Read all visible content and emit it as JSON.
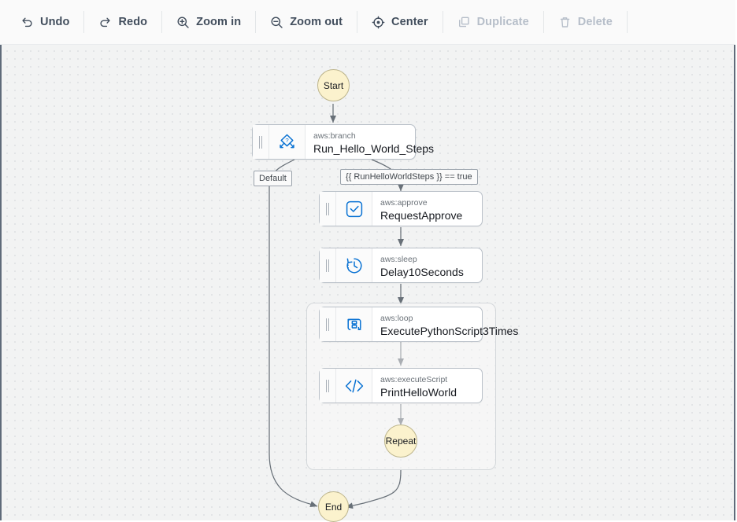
{
  "toolbar": {
    "buttons": [
      {
        "label": "Undo",
        "icon": "undo-icon",
        "disabled": false
      },
      {
        "label": "Redo",
        "icon": "redo-icon",
        "disabled": false
      },
      {
        "label": "Zoom in",
        "icon": "zoom-in-icon",
        "disabled": false
      },
      {
        "label": "Zoom out",
        "icon": "zoom-out-icon",
        "disabled": false
      },
      {
        "label": "Center",
        "icon": "center-icon",
        "disabled": false
      },
      {
        "label": "Duplicate",
        "icon": "duplicate-icon",
        "disabled": true
      },
      {
        "label": "Delete",
        "icon": "trash-icon",
        "disabled": true
      }
    ]
  },
  "canvas": {
    "terminals": [
      {
        "id": "start",
        "label": "Start"
      },
      {
        "id": "repeat",
        "label": "Repeat"
      },
      {
        "id": "end",
        "label": "End"
      }
    ],
    "nodes": [
      {
        "id": "branch",
        "type": "aws:branch",
        "name": "Run_Hello_World_Steps",
        "icon": "branch-icon"
      },
      {
        "id": "approve",
        "type": "aws:approve",
        "name": "RequestApprove",
        "icon": "approve-check-icon"
      },
      {
        "id": "sleep",
        "type": "aws:sleep",
        "name": "Delay10Seconds",
        "icon": "clock-icon"
      },
      {
        "id": "loop",
        "type": "aws:loop",
        "name": "ExecutePythonScript3Times",
        "icon": "loop-icon"
      },
      {
        "id": "script",
        "type": "aws:executeScript",
        "name": "PrintHelloWorld",
        "icon": "code-icon"
      }
    ],
    "edge_labels": [
      {
        "id": "default",
        "text": "Default"
      },
      {
        "id": "condition",
        "text": "{{ RunHelloWorldSteps }} == true"
      }
    ]
  },
  "colors": {
    "accent": "#0972d3",
    "terminal_fill": "#fbf2cd",
    "terminal_stroke": "#bdb58c",
    "canvas_bg": "#f2f3f3",
    "edge": "#687078",
    "text": "#16191f",
    "muted_text": "#6a7178",
    "disabled_text": "#b6bec9"
  }
}
